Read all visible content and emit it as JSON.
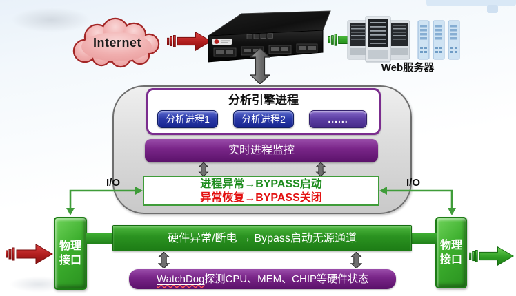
{
  "cloud": {
    "label": "Internet"
  },
  "web_servers": {
    "label": "Web服务器"
  },
  "engine": {
    "title": "分析引擎进程",
    "processes": [
      "分析进程1",
      "分析进程2",
      "......"
    ]
  },
  "monitor": {
    "label": "实时进程监控"
  },
  "bypass": {
    "line1": "进程异常→BYPASS启动",
    "line2": "异常恢复→BYPASS关闭"
  },
  "io": {
    "left": "I/O",
    "right": "I/O"
  },
  "physical_interface": {
    "line1": "物理",
    "line2": "接口"
  },
  "hardware": {
    "label": "硬件异常/断电 → Bypass启动无源通道"
  },
  "watchdog": {
    "brand": "WatchDog",
    "rest": "探测CPU、MEM、CHIP等硬件状态"
  },
  "colors": {
    "green_accent": "#2b9321",
    "purple_accent": "#7a2689",
    "blue_process": "#2b3aa8",
    "red_accent": "#c21f1f",
    "cloud_pink": "#f1b3b3",
    "bypass_text_green": "#1e8c1e",
    "bypass_text_red": "#e31212"
  }
}
